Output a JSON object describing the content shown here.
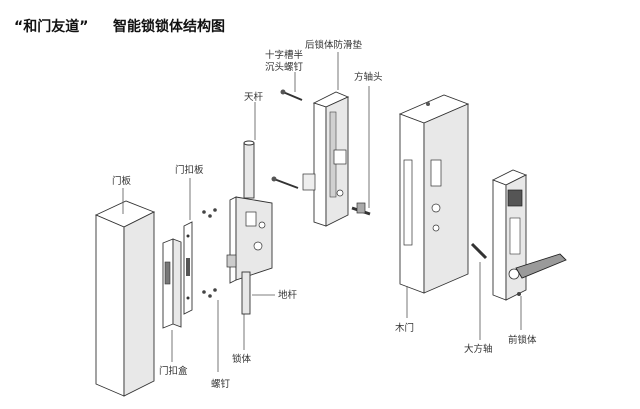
{
  "header": {
    "brand": "“和门友道”",
    "title": "智能锁锁体结构图"
  },
  "labels": {
    "door_panel": "门板",
    "strike_plate": "门扣板",
    "strike_box": "门扣盒",
    "screws": "螺钉",
    "lock_body": "锁体",
    "top_rod": "天杆",
    "bottom_rod": "地杆",
    "cross_screw_line1": "十字槽半",
    "cross_screw_line2": "沉头螺钉",
    "rear_pad": "后锁体防滑垫",
    "square_shaft_head": "方轴头",
    "wooden_door": "木门",
    "big_square_shaft": "大方轴",
    "front_lock_body": "前锁体"
  }
}
